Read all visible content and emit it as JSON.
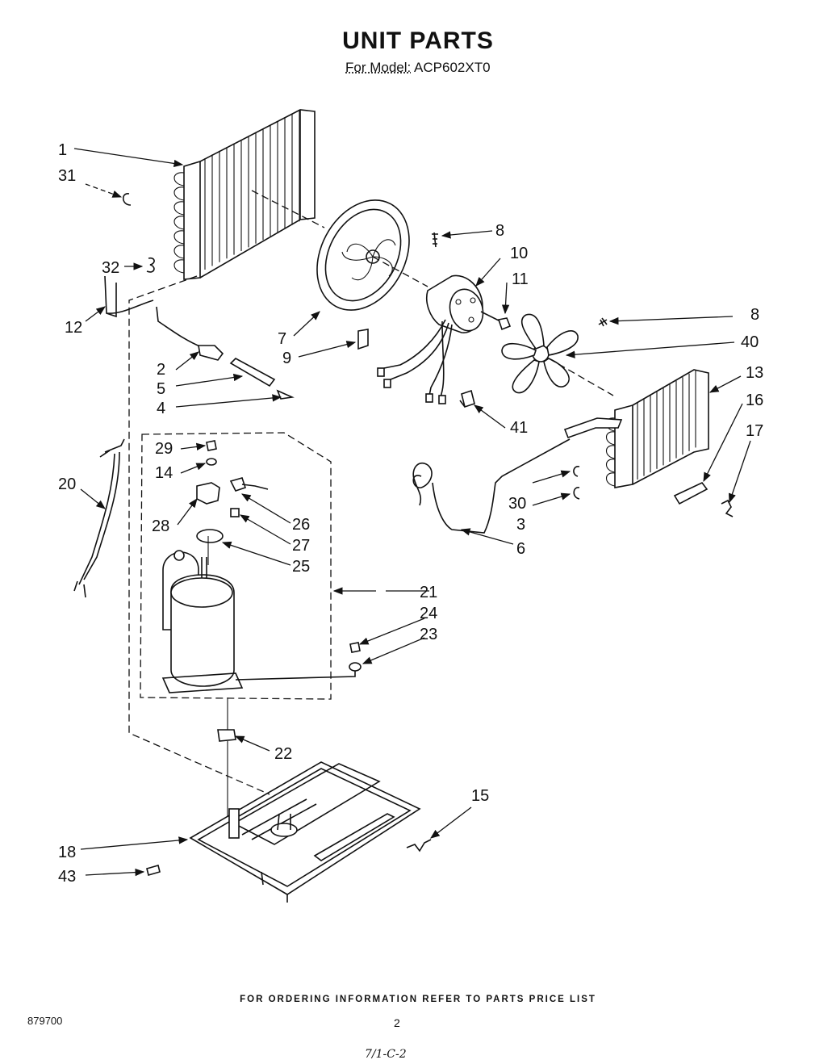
{
  "page": {
    "title": "UNIT PARTS",
    "model_prefix": "For Model:",
    "model_number": "ACP602XT0",
    "footer_note": "FOR ORDERING INFORMATION REFER TO PARTS PRICE LIST",
    "doc_number": "879700",
    "page_number": "2",
    "handwritten_note": "7/1-C-2"
  },
  "callouts": [
    {
      "id": "c1",
      "label": "1"
    },
    {
      "id": "c31",
      "label": "31"
    },
    {
      "id": "c32",
      "label": "32"
    },
    {
      "id": "c12",
      "label": "12"
    },
    {
      "id": "c8a",
      "label": "8"
    },
    {
      "id": "c10",
      "label": "10"
    },
    {
      "id": "c11",
      "label": "11"
    },
    {
      "id": "c7",
      "label": "7"
    },
    {
      "id": "c9",
      "label": "9"
    },
    {
      "id": "c8b",
      "label": "8"
    },
    {
      "id": "c40",
      "label": "40"
    },
    {
      "id": "c13",
      "label": "13"
    },
    {
      "id": "c16",
      "label": "16"
    },
    {
      "id": "c17",
      "label": "17"
    },
    {
      "id": "c2",
      "label": "2"
    },
    {
      "id": "c5",
      "label": "5"
    },
    {
      "id": "c4",
      "label": "4"
    },
    {
      "id": "c41",
      "label": "41"
    },
    {
      "id": "c29",
      "label": "29"
    },
    {
      "id": "c14",
      "label": "14"
    },
    {
      "id": "c20",
      "label": "20"
    },
    {
      "id": "c28",
      "label": "28"
    },
    {
      "id": "c26",
      "label": "26"
    },
    {
      "id": "c27",
      "label": "27"
    },
    {
      "id": "c25",
      "label": "25"
    },
    {
      "id": "c30",
      "label": "30"
    },
    {
      "id": "c3",
      "label": "3"
    },
    {
      "id": "c6",
      "label": "6"
    },
    {
      "id": "c21",
      "label": "21"
    },
    {
      "id": "c24",
      "label": "24"
    },
    {
      "id": "c23",
      "label": "23"
    },
    {
      "id": "c22",
      "label": "22"
    },
    {
      "id": "c15",
      "label": "15"
    },
    {
      "id": "c18",
      "label": "18"
    },
    {
      "id": "c43",
      "label": "43"
    }
  ]
}
